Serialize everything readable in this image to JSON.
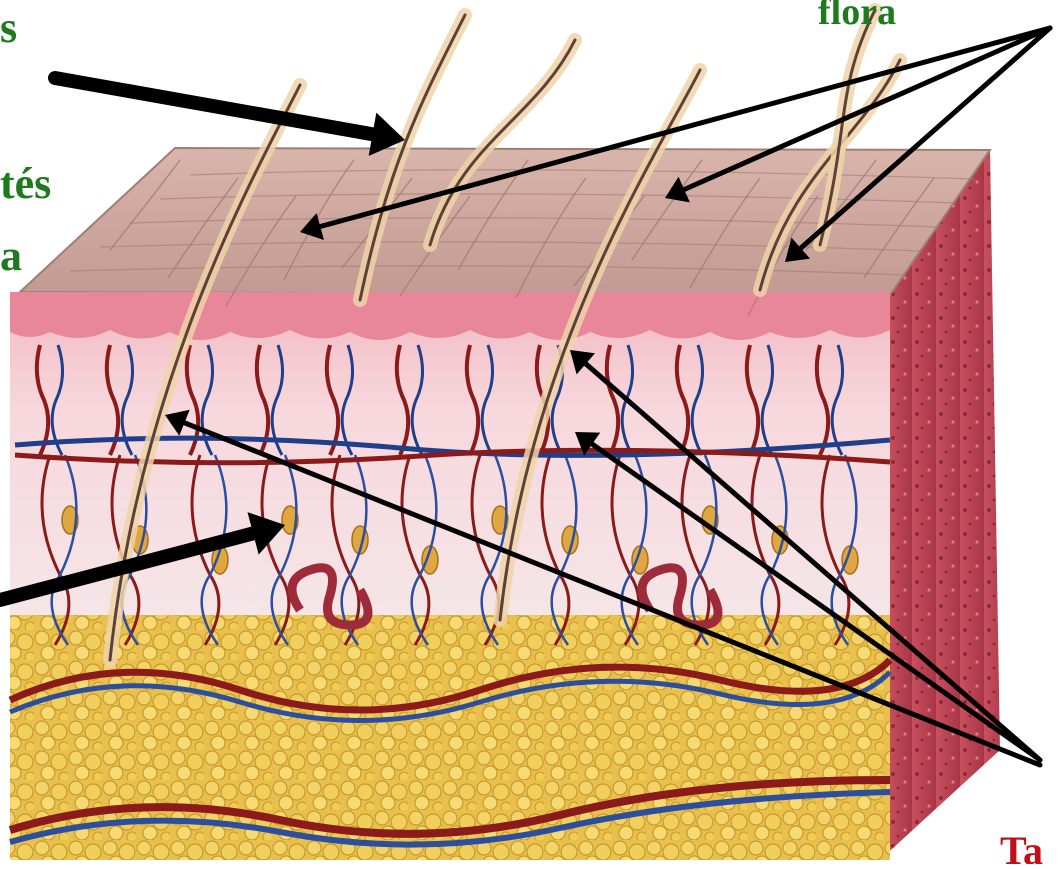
{
  "labels": {
    "top_left_fragment": "s",
    "top_right": "flora",
    "left_mid_1": "tés",
    "left_mid_2": "a",
    "bottom_right": "Ta"
  },
  "colors": {
    "label_green": "#1e7a1e",
    "label_red": "#c0111b",
    "arrow": "#000000",
    "epidermis_top": "#c9a79e",
    "dermis": "#f0a7b3",
    "subcutaneous_fat": "#e8c14a",
    "side_face": "#c4465a"
  },
  "arrows": {
    "bold_count": 2,
    "thin_count": 6
  }
}
